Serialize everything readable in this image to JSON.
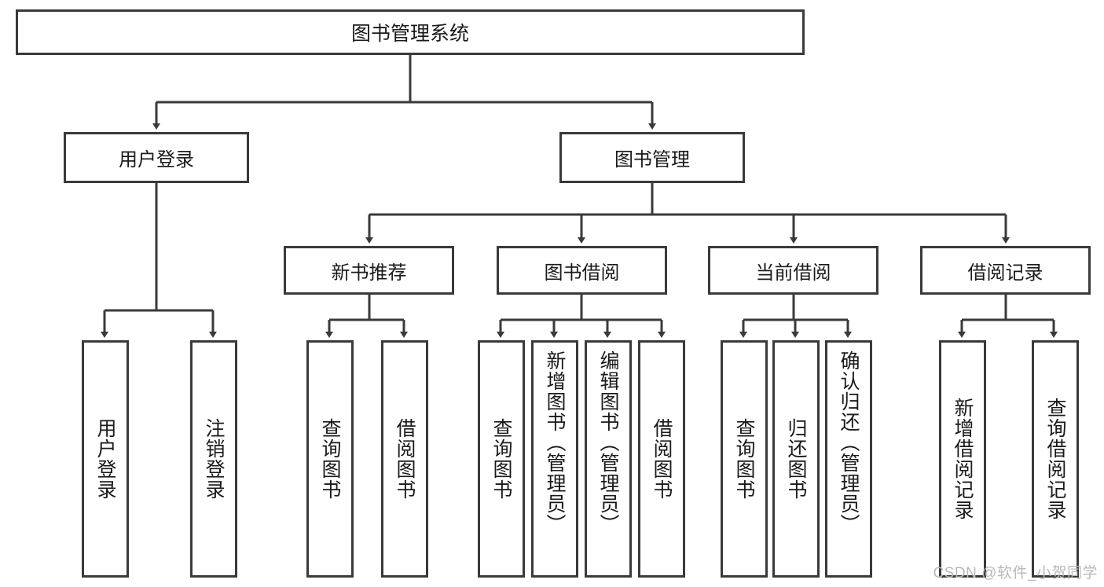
{
  "diagram": {
    "type": "tree",
    "title": "图书管理系统",
    "root": {
      "label": "图书管理系统"
    },
    "level2": [
      {
        "label": "用户登录"
      },
      {
        "label": "图书管理"
      }
    ],
    "level3": [
      {
        "label": "新书推荐"
      },
      {
        "label": "图书借阅"
      },
      {
        "label": "当前借阅"
      },
      {
        "label": "借阅记录"
      }
    ],
    "leaves": [
      {
        "label": "用户登录",
        "parent": "用户登录"
      },
      {
        "label": "注销登录",
        "parent": "用户登录"
      },
      {
        "label": "查询图书",
        "parent": "新书推荐"
      },
      {
        "label": "借阅图书",
        "parent": "新书推荐"
      },
      {
        "label": "查询图书",
        "parent": "图书借阅"
      },
      {
        "label": "新增图书（管理员）",
        "parent": "图书借阅"
      },
      {
        "label": "编辑图书（管理员）",
        "parent": "图书借阅"
      },
      {
        "label": "借阅图书",
        "parent": "图书借阅"
      },
      {
        "label": "查询图书",
        "parent": "当前借阅"
      },
      {
        "label": "归还图书",
        "parent": "当前借阅"
      },
      {
        "label": "确认归还（管理员）",
        "parent": "当前借阅"
      },
      {
        "label": "新增借阅记录",
        "parent": "借阅记录"
      },
      {
        "label": "查询借阅记录",
        "parent": "借阅记录"
      }
    ]
  },
  "watermark": {
    "text": "CSDN @软件_小贺同学"
  },
  "colors": {
    "stroke": "#3a3a3a",
    "text": "#1a1a1a",
    "background": "#ffffff",
    "watermark": "#b9b9b9"
  }
}
